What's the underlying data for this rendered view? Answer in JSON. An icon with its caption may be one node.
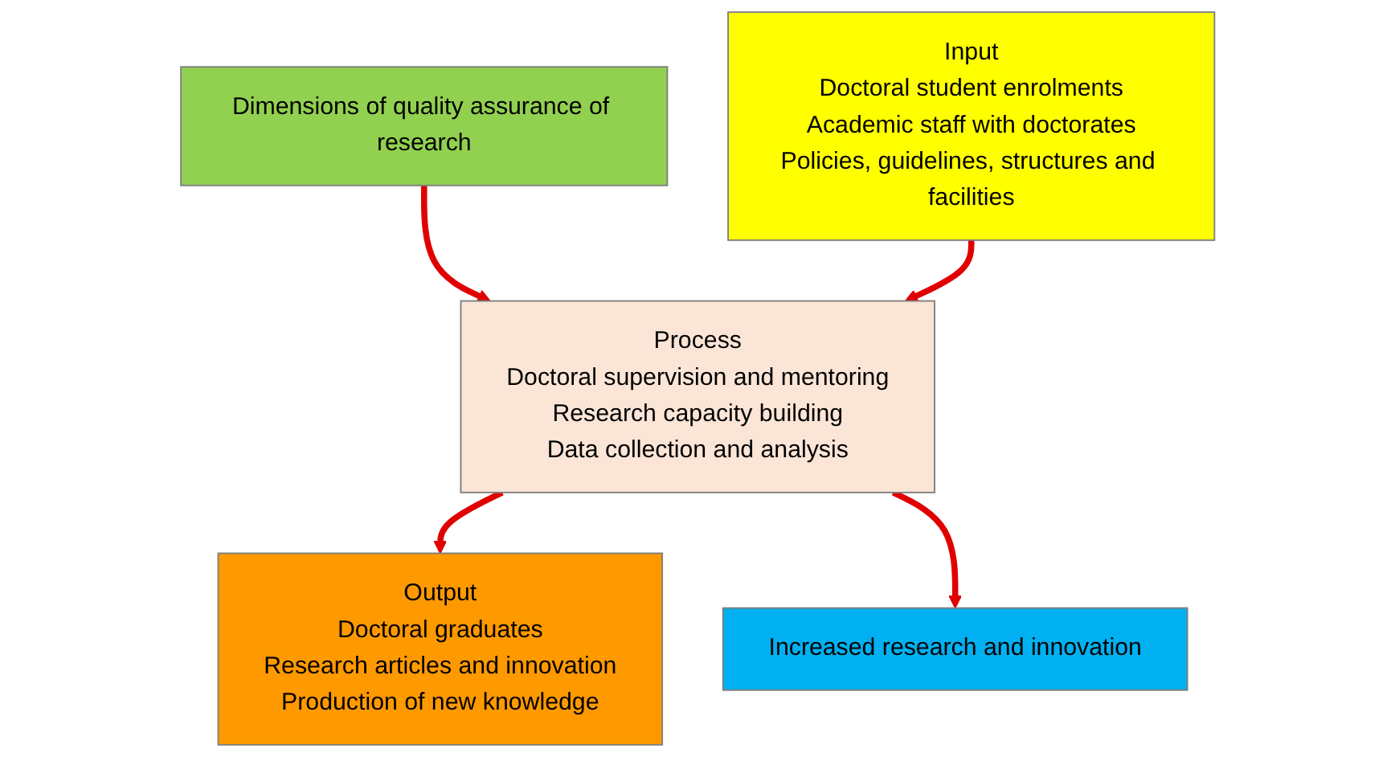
{
  "diagram": {
    "nodes": [
      {
        "text": [
          "Dimensions of quality assurance of research"
        ]
      },
      {
        "text": [
          "Input",
          "Doctoral student enrolments",
          "Academic staff with doctorates",
          "Policies, guidelines, structures and facilities"
        ]
      },
      {
        "text": [
          "Process",
          "Doctoral supervision and mentoring",
          "Research capacity building",
          "Data collection and analysis"
        ]
      },
      {
        "text": [
          "Output",
          "Doctoral graduates",
          "Research articles and innovation",
          "Production of new knowledge"
        ]
      },
      {
        "text": [
          "Increased research and innovation"
        ]
      }
    ],
    "edges": [
      {
        "from": 0,
        "to": 2,
        "arrow": "to"
      },
      {
        "from": 1,
        "to": 2,
        "arrow": "to"
      },
      {
        "from": 2,
        "to": 3,
        "arrow": "to"
      },
      {
        "from": 2,
        "to": 4,
        "arrow": "to"
      }
    ]
  }
}
